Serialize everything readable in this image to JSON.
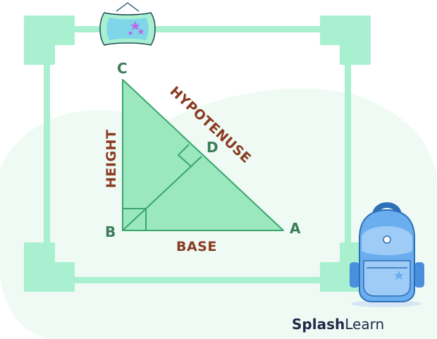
{
  "diagram": {
    "vertices": {
      "a": "A",
      "b": "B",
      "c": "C",
      "d": "D"
    },
    "sides": {
      "height": "HEIGHT",
      "base": "BASE",
      "hypotenuse": "HYPOTENUSE"
    }
  },
  "brand": {
    "part1": "Splash",
    "part2": "Learn"
  },
  "colors": {
    "frame": "#a8f0cf",
    "triangle_fill": "#9be8be",
    "triangle_stroke": "#3aa56d",
    "vertex_label": "#3b7d5b",
    "side_label": "#8a3b22",
    "background_blob": "#eefaf3",
    "brand_text": "#1e2a4a",
    "backpack": "#6aaef0"
  }
}
